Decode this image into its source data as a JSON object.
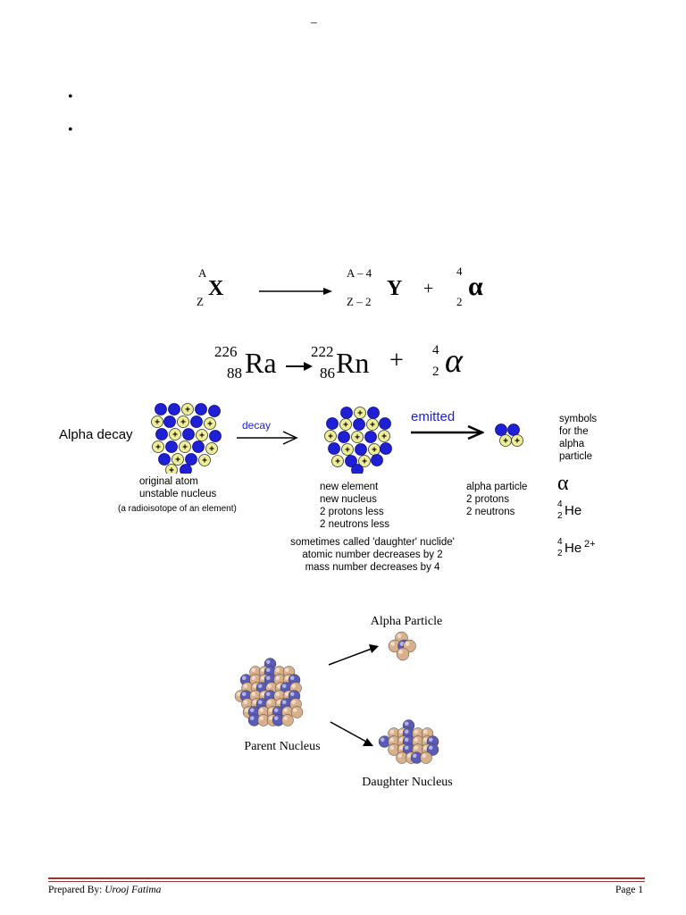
{
  "header": {
    "dash": "–"
  },
  "bullets": [
    "•",
    "•"
  ],
  "general_equation": {
    "parent_mass": "A",
    "parent_atomic": "Z",
    "parent_symbol": "X",
    "daughter_mass": "A – 4",
    "daughter_atomic": "Z – 2",
    "daughter_symbol": "Y",
    "plus": "+",
    "alpha_mass": "4",
    "alpha_atomic": "2",
    "alpha_symbol": "α"
  },
  "radium_equation": {
    "ra_mass": "226",
    "ra_atomic": "88",
    "ra_symbol": "Ra",
    "rn_mass": "222",
    "rn_atomic": "86",
    "rn_symbol": "Rn",
    "plus": "+",
    "alpha_mass": "4",
    "alpha_atomic": "2",
    "alpha_symbol": "α"
  },
  "decay_diagram": {
    "title": "Alpha decay",
    "decay_label": "decay",
    "emitted_label": "emitted",
    "original_atom": [
      "original atom",
      "unstable nucleus"
    ],
    "radioisotope_note": "(a radioisotope of an element)",
    "new_element": [
      "new element",
      "new nucleus",
      "2 protons less",
      "2 neutrons less"
    ],
    "alpha_particle_info": [
      "alpha particle",
      "2 protons",
      "2 neutrons"
    ],
    "symbols_heading": [
      "symbols",
      "for the",
      "alpha",
      "particle"
    ],
    "symbol_alpha": "α",
    "symbol_he_mass": "4",
    "symbol_he_atomic": "2",
    "symbol_he": "He",
    "symbol_he2_mass": "4",
    "symbol_he2_atomic": "2",
    "symbol_he2": "He",
    "symbol_he2_charge": "2+",
    "daughter_notes": [
      "sometimes called 'daughter' nuclide'",
      "atomic number decreases by 2",
      "mass number decreases by 4"
    ],
    "colors": {
      "proton": "#eeee99",
      "neutron": "#1f1fd6",
      "arrow_label": "#1f1fd6"
    }
  },
  "nucleus_diagram": {
    "alpha_label": "Alpha Particle",
    "parent_label": "Parent Nucleus",
    "daughter_label": "Daughter Nucleus",
    "colors": {
      "proton": "#d9b089",
      "neutron": "#5a5ab8"
    }
  },
  "footer": {
    "prepared_by_label": "Prepared By:",
    "author": "Urooj Fatima",
    "page": "Page 1",
    "rule_color": "#943634"
  }
}
